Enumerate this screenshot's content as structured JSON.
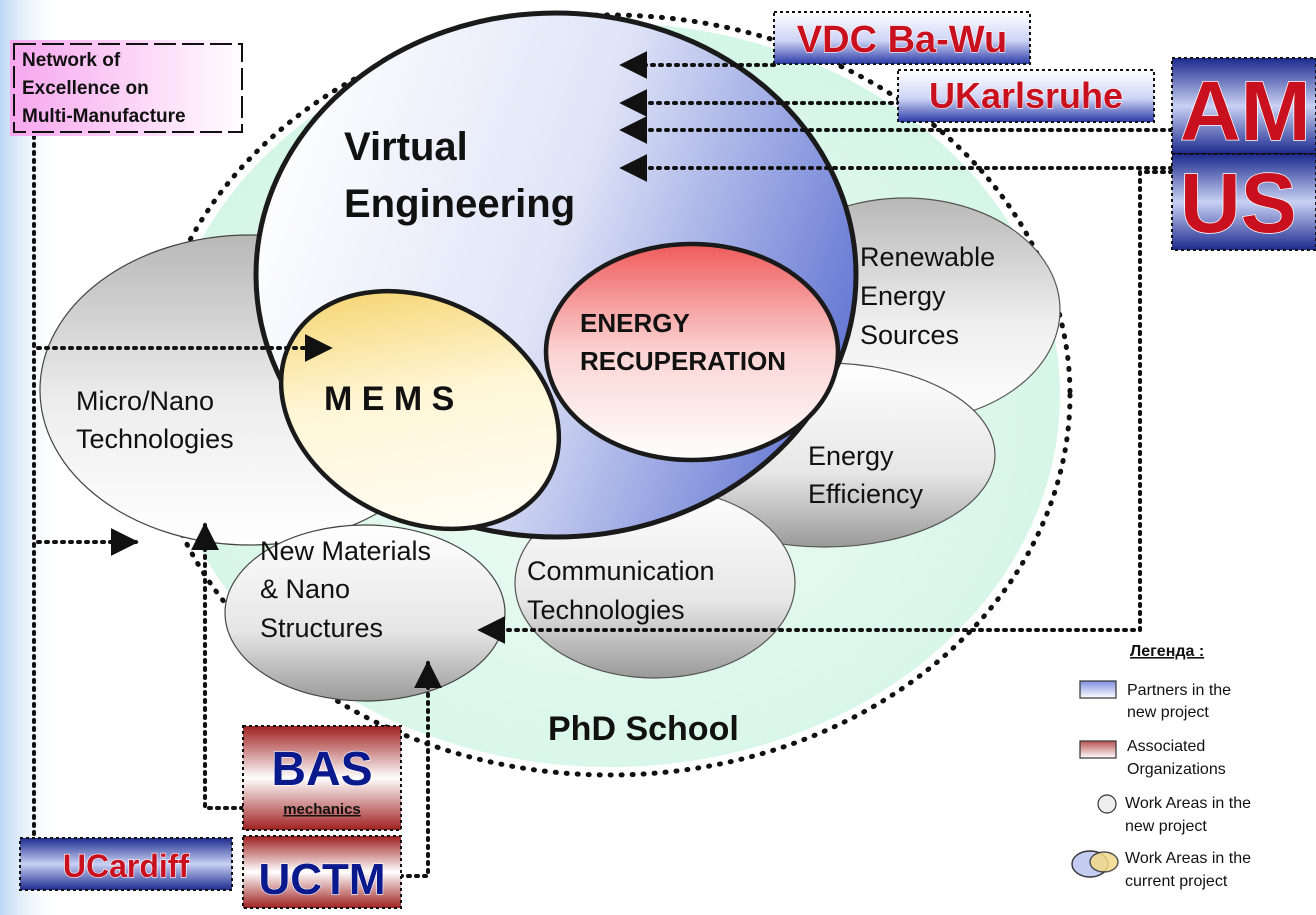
{
  "organizations": {
    "network": "Network of\nExcellence on\nMulti-Manufacture",
    "vdc": "VDC Ba-Wu",
    "ukarlsruhe": "UKarlsruhe",
    "amus_top": "AM",
    "amus_bottom": "US",
    "bas": "BAS",
    "bas_sub": "mechanics",
    "ucardiff": "UCardiff",
    "uctm": "UCTM"
  },
  "areas": {
    "virtual_engineering": [
      "Virtual",
      "Engineering"
    ],
    "micro_nano": [
      "Micro/Nano",
      "Technologies"
    ],
    "mems": "M E M S",
    "energy_recuperation": [
      "ENERGY",
      "RECUPERATION"
    ],
    "renewable": [
      "Renewable",
      "Energy",
      "Sources"
    ],
    "efficiency": [
      "Energy",
      "Efficiency"
    ],
    "new_materials": [
      "New Materials",
      "& Nano",
      "Structures"
    ],
    "communication": [
      "Communication",
      "Technologies"
    ],
    "phd_school": "PhD School"
  },
  "legend": {
    "title": "Легенда :",
    "items": [
      {
        "label": [
          "Partners in the",
          "new project"
        ],
        "icon": "blue-rectangle-icon"
      },
      {
        "label": [
          "Associated",
          "Organizations"
        ],
        "icon": "red-rectangle-icon"
      },
      {
        "label": [
          "Work Areas in the",
          "new project"
        ],
        "icon": "circle-icon"
      },
      {
        "label": [
          "Work Areas in the",
          "current project"
        ],
        "icon": "overlapping-ellipses-icon"
      }
    ]
  },
  "colors": {
    "partner_text": "#c8101e",
    "associated_text": "#0a1a8c",
    "phd_fill": "#d8f7ec",
    "virtual_blue": "#6f7fd6",
    "mems_yellow": "#f4d35e",
    "energy_red": "#f06a6a"
  }
}
